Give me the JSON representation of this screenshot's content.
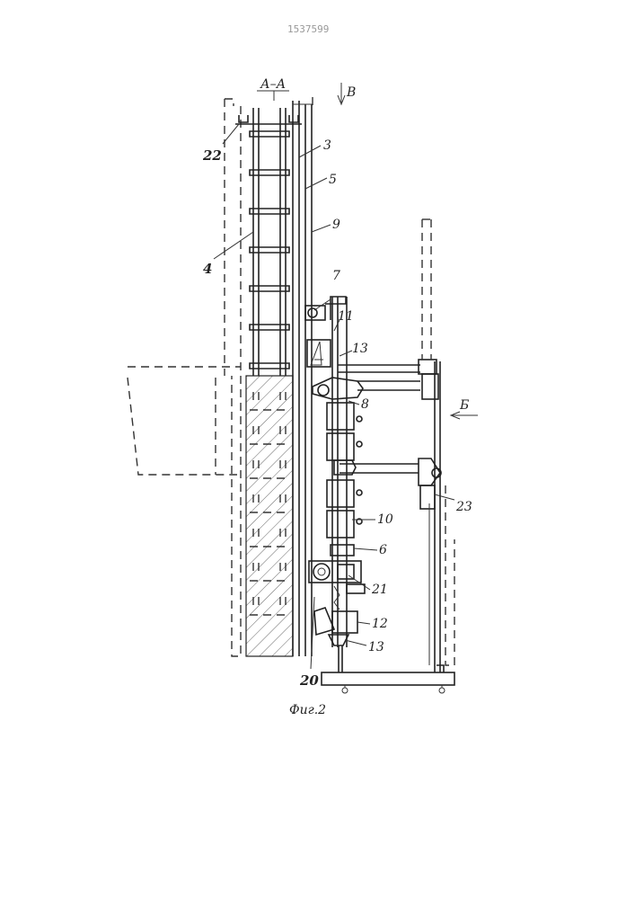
{
  "document_number": "1537599",
  "section_label": "А–А",
  "view_arrow_top": "В",
  "view_arrow_side": "Б",
  "figure_caption": "Фиг.2",
  "callouts": {
    "c3": "3",
    "c5": "5",
    "c9": "9",
    "c7": "7",
    "c11": "11",
    "c13a": "13",
    "c8": "8",
    "c10": "10",
    "c6": "6",
    "c21": "21",
    "c12": "12",
    "c13b": "13",
    "c20": "20",
    "c22": "22",
    "c4": "4",
    "c23": "23"
  }
}
